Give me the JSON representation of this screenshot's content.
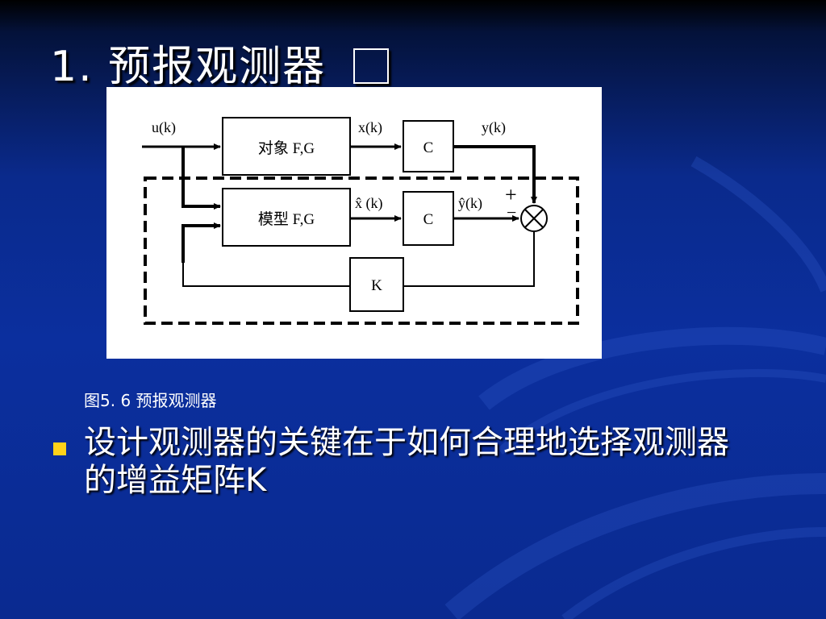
{
  "slide": {
    "title": "1. 预报观测器",
    "caption": "图5. 6 预报观测器",
    "bullet": "设计观测器的关键在于如何合理地选择观测器的增益矩阵K"
  },
  "diagram": {
    "input_label": "u(k)",
    "state_label": "x(k)",
    "output_label": "y(k)",
    "est_state_label": "x̂ (k)",
    "est_output_label": "ŷ(k)",
    "plant_label": "对象 F,G",
    "model_label": "模型 F,G",
    "c_label": "C",
    "k_label": "K",
    "plus_sign": "+",
    "minus_sign": "−"
  },
  "colors": {
    "bullet": "#ffd21a",
    "background": "#0b2f9e",
    "text": "#ffffff"
  }
}
